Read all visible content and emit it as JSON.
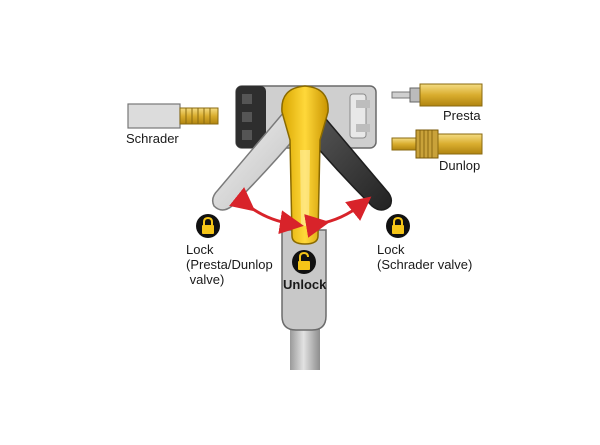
{
  "labels": {
    "schrader": "Schrader",
    "presta": "Presta",
    "dunlop": "Dunlop",
    "unlock": "Unlock",
    "lock_left": "Lock\n(Presta/Dunlop\n valve)",
    "lock_right": "Lock\n(Schrader valve)"
  },
  "colors": {
    "lever_yellow": "#f5c518",
    "lever_yellow_dark": "#d9a600",
    "lever_light": "#e6e6e6",
    "lever_dark": "#3a3a3a",
    "head_gray": "#d0d0d0",
    "arrow_red": "#d8232a",
    "valve_brass": "#e8c24a"
  },
  "icons": {
    "lock": "padlock-locked-icon",
    "unlock": "padlock-unlocked-icon"
  }
}
